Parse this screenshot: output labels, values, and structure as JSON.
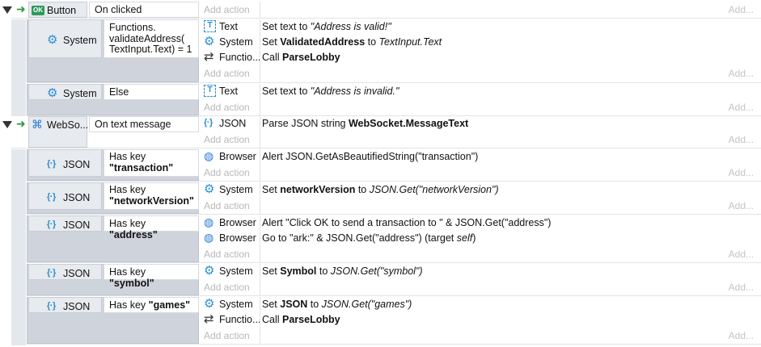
{
  "add_action": "Add action",
  "add_short": "Add...",
  "events": [
    {
      "object": "Button",
      "trigger": "On clicked",
      "subevents": [
        {
          "object": "System",
          "condition": "Functions.\nvalidateAddress(\nTextInput.Text) = 1",
          "actions": [
            {
              "object": "Text",
              "icon": "text-icon",
              "parts": [
                "Set text to ",
                {
                  "i": "\"Address is valid!\""
                }
              ]
            },
            {
              "object": "System",
              "icon": "gear-icon",
              "parts": [
                "Set ",
                {
                  "b": "ValidatedAddress"
                },
                " to ",
                {
                  "i": "TextInput.Text"
                }
              ]
            },
            {
              "object": "Functio...",
              "icon": "loop-icon",
              "parts": [
                "Call ",
                {
                  "b": "ParseLobby"
                }
              ]
            }
          ]
        },
        {
          "object": "System",
          "condition": "Else",
          "actions": [
            {
              "object": "Text",
              "icon": "text-icon",
              "parts": [
                "Set text to ",
                {
                  "i": "\"Address is invalid.\""
                }
              ]
            }
          ]
        }
      ]
    },
    {
      "object": "WebSo...",
      "trigger": "On text message",
      "actions": [
        {
          "object": "JSON",
          "icon": "json-icon",
          "parts": [
            "Parse JSON string ",
            {
              "b": "WebSocket.MessageText"
            }
          ]
        }
      ],
      "subevents": [
        {
          "object": "JSON",
          "condition_parts": [
            "Has key\n",
            {
              "b": "\"transaction\""
            }
          ],
          "actions": [
            {
              "object": "Browser",
              "icon": "globe-icon",
              "parts": [
                "Alert JSON.GetAsBeautifiedString(\"transaction\")"
              ]
            }
          ]
        },
        {
          "object": "JSON",
          "condition_parts": [
            "Has key\n",
            {
              "b": "\"networkVersion\""
            }
          ],
          "actions": [
            {
              "object": "System",
              "icon": "gear-icon",
              "parts": [
                "Set ",
                {
                  "b": "networkVersion"
                },
                " to ",
                {
                  "i": "JSON.Get(\"networkVersion\")"
                }
              ]
            }
          ]
        },
        {
          "object": "JSON",
          "condition_parts": [
            "Has key ",
            {
              "b": "\"address\""
            }
          ],
          "actions": [
            {
              "object": "Browser",
              "icon": "globe-icon",
              "parts": [
                "Alert \"Click OK to send a transaction to \" & JSON.Get(\"address\")"
              ]
            },
            {
              "object": "Browser",
              "icon": "globe-icon",
              "parts": [
                "Go to \"ark:\" & JSON.Get(\"address\") (target ",
                {
                  "i": "self"
                },
                ")"
              ]
            }
          ]
        },
        {
          "object": "JSON",
          "condition_parts": [
            "Has key ",
            {
              "b": "\"symbol\""
            }
          ],
          "actions": [
            {
              "object": "System",
              "icon": "gear-icon",
              "parts": [
                "Set ",
                {
                  "b": "Symbol"
                },
                " to ",
                {
                  "i": "JSON.Get(\"symbol\")"
                }
              ]
            }
          ]
        },
        {
          "object": "JSON",
          "condition_parts": [
            "Has key ",
            {
              "b": "\"games\""
            }
          ],
          "actions": [
            {
              "object": "System",
              "icon": "gear-icon",
              "parts": [
                "Set ",
                {
                  "b": "JSON"
                },
                " to ",
                {
                  "i": "JSON.Get(\"games\")"
                }
              ]
            },
            {
              "object": "Functio...",
              "icon": "loop-icon",
              "parts": [
                "Call ",
                {
                  "b": "ParseLobby"
                }
              ]
            }
          ]
        }
      ]
    }
  ]
}
